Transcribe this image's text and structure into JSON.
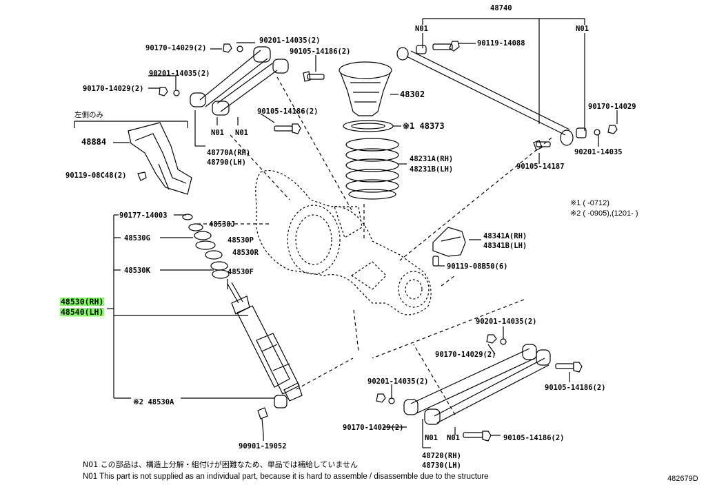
{
  "callouts": {
    "p48740": "48740",
    "n01_a": "N01",
    "n01_b": "N01",
    "p90119_14088": "90119-14088",
    "p90170_14029_a": "90170-14029(2)",
    "p90201_14035_a": "90201-14035(2)",
    "p90105_14186_a": "90105-14186(2)",
    "p90201_14035_b": "90201-14035(2)",
    "p90170_14029_b": "90170-14029(2)",
    "p48302": "48302",
    "p90105_14186_b": "90105-14186(2)",
    "p48373": "※1 48373",
    "n01_c": "N01",
    "n01_d": "N01",
    "p48770A": "48770A(RH)",
    "p48790": "48790(LH)",
    "left_only": "左側のみ",
    "p48884": "48884",
    "p90119_08C48": "90119-08C48(2)",
    "p48231A": "48231A(RH)",
    "p48231B": "48231B(LH)",
    "p90170_14029_c": "90170-14029",
    "p90201_14035_c": "90201-14035",
    "p90105_14187": "90105-14187",
    "p90177_14003": "90177-14003",
    "p48530J": "48530J",
    "p48530G": "48530G",
    "p48530P": "48530P",
    "p48530R": "48530R",
    "p48530K": "48530K",
    "p48530F": "48530F",
    "p48530RH": "48530(RH)",
    "p48540LH": "48540(LH)",
    "p48341A": "48341A(RH)",
    "p48341B": "48341B(LH)",
    "p90119_08B50": "90119-08B50(6)",
    "p90201_14035_d": "90201-14035(2)",
    "p90170_14029_d": "90170-14029(2)",
    "p90105_14186_c": "90105-14186(2)",
    "p90201_14035_e": "90201-14035(2)",
    "p48530A": "※2 48530A",
    "p90170_14029_e": "90170-14029(2)",
    "p90901_19052": "90901-19052",
    "n01_e": "N01",
    "n01_f": "N01",
    "p90105_14186_d": "90105-14186(2)",
    "p48720": "48720(RH)",
    "p48730": "48730(LH)"
  },
  "notes": {
    "star1": "※1 (      -0712)",
    "star2": "※2 (      -0905),(1201-      )",
    "n01_jp": "N01  この部品は、構造上分解・組付けが困難なため、単品では補給していません",
    "n01_en": "N01  This part is not supplied as an individual part, because it is hard to assemble / disassemble due to the structure",
    "diagram_ref": "482679D"
  },
  "colors": {
    "highlight": "#7dff5a",
    "line": "#000000"
  }
}
